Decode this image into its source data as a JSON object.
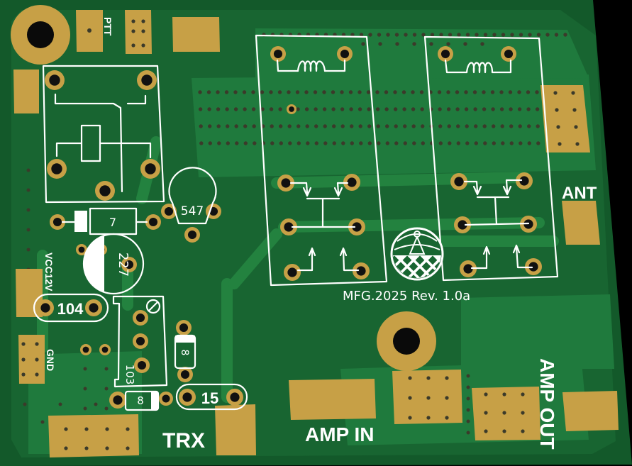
{
  "view": {
    "title": "PCB 3D render",
    "colors": {
      "background": "#000000",
      "board": "#16612f",
      "copper_pour": "#1e7a3c",
      "trace_highlight": "#2a8a48",
      "pad_gold": "#c7a046",
      "pad_ring": "#b8923e",
      "silkscreen": "#ffffff",
      "drill": "#0a0a0a",
      "via": "#3b3a2a"
    }
  },
  "board": {
    "footer_text": "MFG.2025 Rev. 1.0a",
    "logo": "globe-checker-logo"
  },
  "connectors": {
    "ptt": "PTT",
    "ant": "ANT",
    "vcc": "VCC12V",
    "gnd": "GND",
    "trx": "TRX",
    "amp_in": "AMP IN",
    "amp_out": "AMP OUT"
  },
  "components": {
    "relay": {
      "name": "relay-k1"
    },
    "diode_top": {
      "label": "7"
    },
    "transistor": {
      "label": "547"
    },
    "electrolytic": {
      "label": "227"
    },
    "cap_104": {
      "label": "104"
    },
    "trimmer": {
      "label": "103"
    },
    "diode_vertical": {
      "label": "8"
    },
    "diode_bottom": {
      "label": "8"
    },
    "cap_15": {
      "label": "15"
    },
    "relay_left": {
      "name": "rf-relay-1"
    },
    "relay_right": {
      "name": "rf-relay-2"
    }
  }
}
